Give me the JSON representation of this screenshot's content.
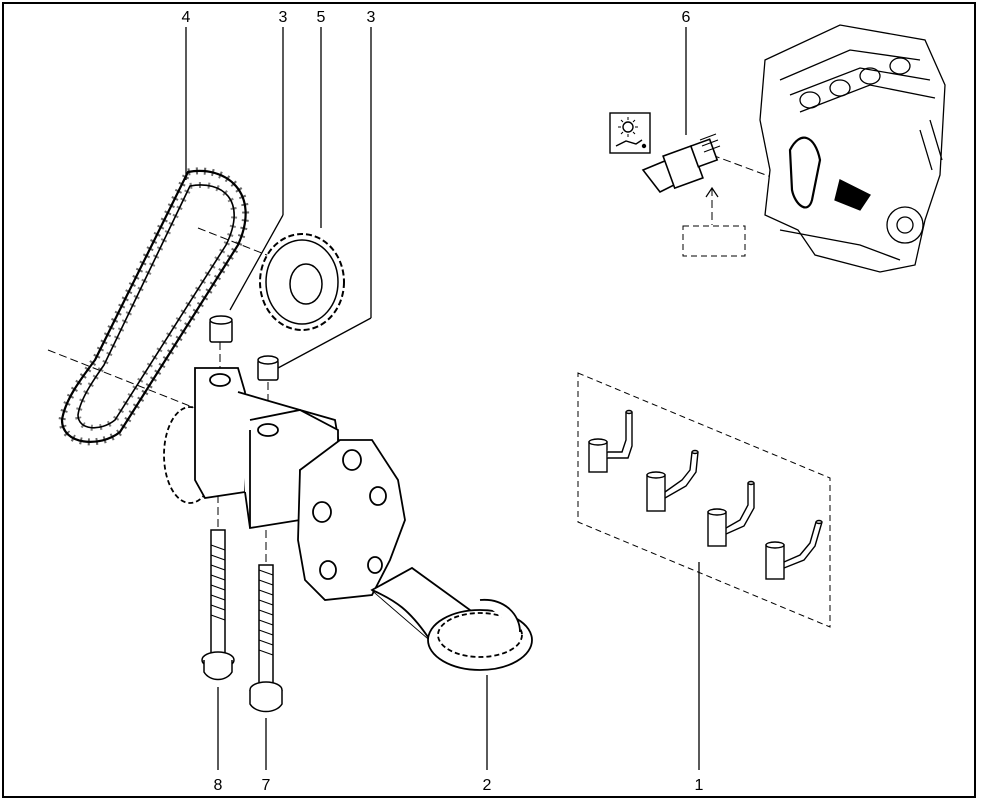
{
  "callouts": {
    "c1": "1",
    "c2": "2",
    "c3a": "3",
    "c3b": "3",
    "c4": "4",
    "c5": "5",
    "c6": "6",
    "c7": "7",
    "c8": "8"
  },
  "icons": {
    "oil_pressure_symbol": "oil-pressure-warning-icon"
  },
  "colors": {
    "line": "#000000",
    "background": "#ffffff"
  }
}
